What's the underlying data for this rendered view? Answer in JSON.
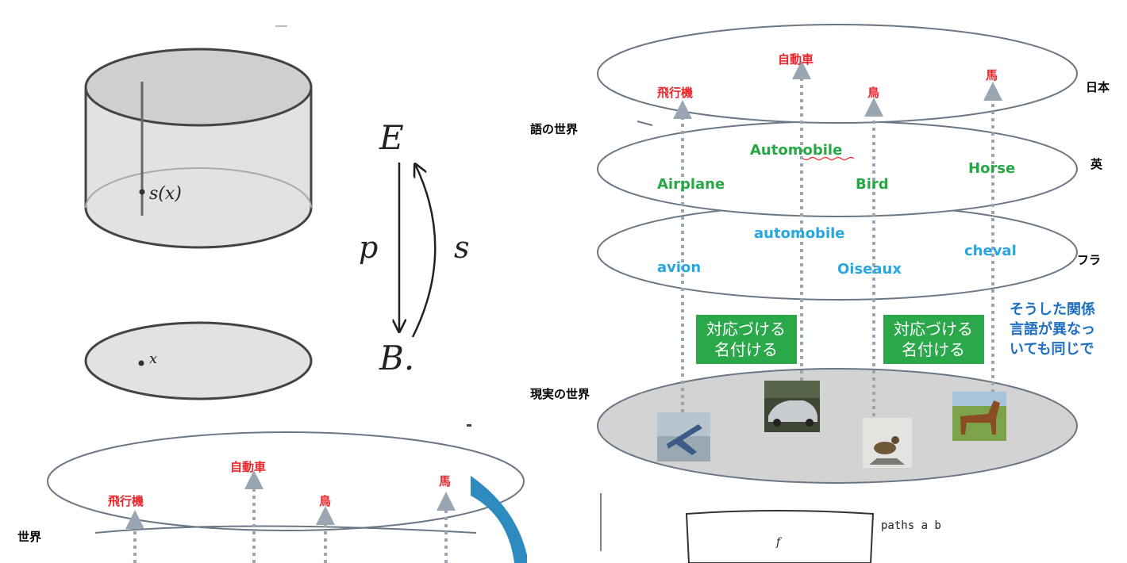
{
  "fiber_bundle": {
    "section_label": "s(x)",
    "base_point_label": "x",
    "total_space_label": "E",
    "base_space_label": "B.",
    "projection_label": "p",
    "section_map_label": "s"
  },
  "worlds_diagram": {
    "word_world_label": "語の世界",
    "real_world_label": "現実の世界",
    "languages": [
      {
        "name_fragment": "日本",
        "words": [
          "飛行機",
          "自動車",
          "鳥",
          "馬"
        ]
      },
      {
        "name_fragment": "英",
        "words": [
          "Airplane",
          "Automobile",
          "Bird",
          "Horse"
        ]
      },
      {
        "name_fragment": "フラ",
        "words": [
          "avion",
          "automobile",
          "Oiseaux",
          "cheval"
        ]
      }
    ],
    "mapping_box_lines": [
      "対応づける",
      "名付ける"
    ],
    "note_lines": [
      "そうした関係",
      "言語が異なっ",
      "いても同じで"
    ],
    "images": [
      "airplane-photo",
      "car-photo",
      "bird-photo",
      "horse-photo"
    ]
  },
  "lower_diagram": {
    "words": [
      "飛行機",
      "自動車",
      "鳥",
      "馬"
    ],
    "side_label": "世界"
  },
  "code_fragment": {
    "text": "paths a b",
    "box_label": "f"
  }
}
